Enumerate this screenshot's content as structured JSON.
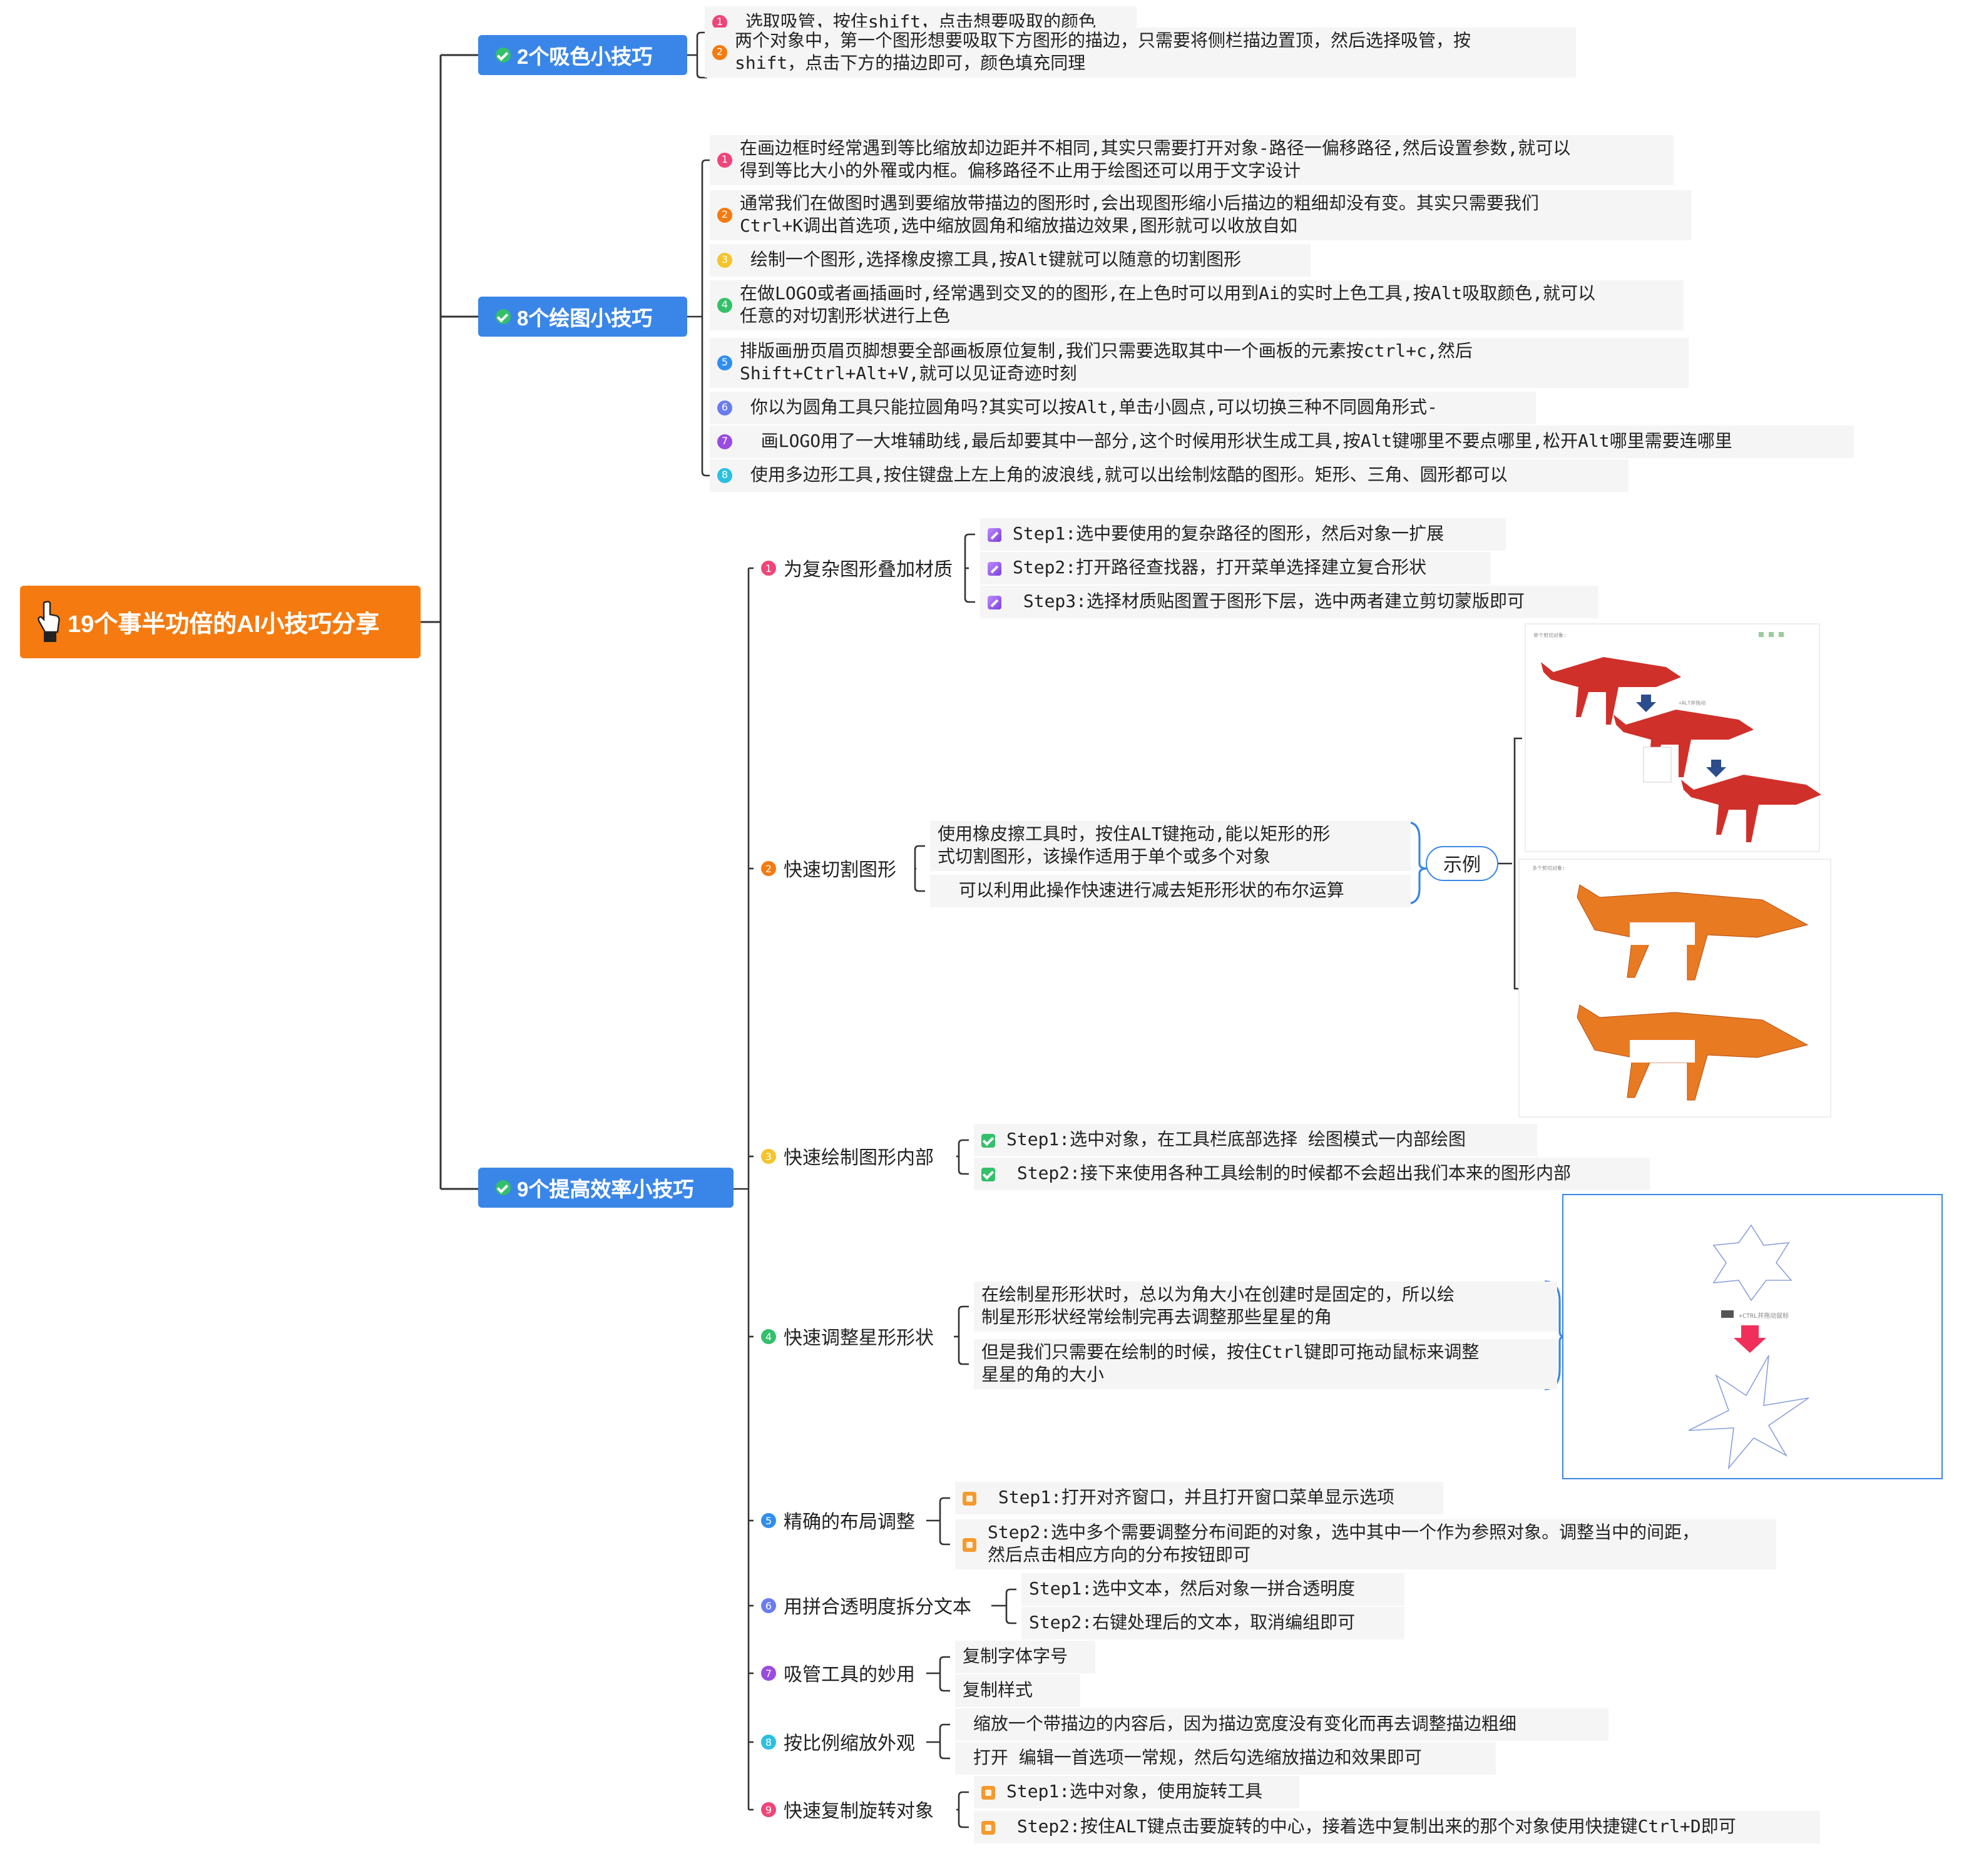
{
  "root": {
    "title": "19个事半功倍的AI小技巧分享",
    "icon": "hand-pointer-icon"
  },
  "colors": {
    "root": "#f57a0f",
    "branch": "#3a86e8",
    "leaf_bg": "#f5f5f5",
    "line": "#333333"
  },
  "branches": [
    {
      "title": "2个吸色小技巧",
      "items": [
        {
          "num": "1",
          "color": "#f0457a",
          "text": " 选取吸管，按住shift，点击想要吸取的颜色"
        },
        {
          "num": "2",
          "color": "#f57a0f",
          "text": "两个对象中，第一个图形想要吸取下方图形的描边，只需要将侧栏描边置顶，然后选择吸管，按\nshift，点击下方的描边即可，颜色填充同理"
        }
      ]
    },
    {
      "title": "8个绘图小技巧",
      "items": [
        {
          "num": "1",
          "color": "#f0457a",
          "text": "在画边框时经常遇到等比缩放却边距并不相同,其实只需要打开对象-路径一偏移路径,然后设置参数,就可以\n得到等比大小的外罹或内框。偏移路径不止用于绘图还可以用于文字设计"
        },
        {
          "num": "2",
          "color": "#f57a0f",
          "text": "通常我们在做图时遇到要缩放带描边的图形时,会出现图形缩小后描边的粗细却没有变。其实只需要我们\nCtrl+K调出首选项,选中缩放圆角和缩放描边效果,图形就可以收放自如"
        },
        {
          "num": "3",
          "color": "#f5c42c",
          "text": " 绘制一个图形,选择橡皮擦工具,按Alt键就可以随意的切割图形"
        },
        {
          "num": "4",
          "color": "#34c06a",
          "text": "在做LOGO或者画插画时,经常遇到交叉的的图形,在上色时可以用到Ai的实时上色工具,按Alt吸取颜色,就可以\n任意的对切割形状进行上色"
        },
        {
          "num": "5",
          "color": "#2f8ef0",
          "text": "排版画册页眉页脚想要全部画板原位复制,我们只需要选取其中一个画板的元素按ctrl+c,然后\nShift+Ctrl+Alt+V,就可以见证奇迹时刻"
        },
        {
          "num": "6",
          "color": "#6a7cf0",
          "text": " 你以为圆角工具只能拉圆角吗?其实可以按Alt,单击小圆点,可以切换三种不同圆角形式-"
        },
        {
          "num": "7",
          "color": "#9a4be0",
          "text": "  画LOGO用了一大堆辅助线,最后却要其中一部分,这个时候用形状生成工具,按Alt键哪里不要点哪里,松开Alt哪里需要连哪里"
        },
        {
          "num": "8",
          "color": "#2cc0e0",
          "text": " 使用多边形工具,按住键盘上左上角的波浪线,就可以出绘制炫酷的图形。矩形、三角、圆形都可以"
        }
      ]
    },
    {
      "title": "9个提高效率小技巧",
      "subs": [
        {
          "num": "1",
          "color": "#f0457a",
          "title": "为复杂图形叠加材质",
          "icon": "pp",
          "steps": [
            "Step1:选中要使用的复杂路径的图形，然后对象一扩展",
            "Step2:打开路径查找器，打开菜单选择建立复合形状",
            " Step3:选择材质贴图置于图形下层，选中两者建立剪切蒙版即可"
          ]
        },
        {
          "num": "2",
          "color": "#f57a0f",
          "title": "快速切割图形",
          "icon": "none",
          "steps": [
            "使用橡皮擦工具时，按住ALT键拖动,能以矩形的形\n式切割图形，该操作适用于单个或多个对象",
            "  可以利用此操作快速进行减去矩形形状的布尔运算"
          ],
          "example": "示例"
        },
        {
          "num": "3",
          "color": "#f5c42c",
          "title": "快速绘制图形内部",
          "icon": "ck",
          "steps": [
            "Step1:选中对象，在工具栏底部选择 绘图模式一内部绘图",
            " Step2:接下来使用各种工具绘制的时候都不会超出我们本来的图形内部"
          ]
        },
        {
          "num": "4",
          "color": "#34c06a",
          "title": "快速调整星形形状",
          "icon": "none",
          "steps": [
            "在绘制星形形状时，总以为角大小在创建时是固定的，所以绘\n制星形形状经常绘制完再去调整那些星星的角",
            "但是我们只需要在绘制的时候，按住Ctrl键即可拖动鼠标来调整\n星星的角的大小"
          ]
        },
        {
          "num": "5",
          "color": "#2f8ef0",
          "title": "精确的布局调整",
          "icon": "or",
          "steps": [
            " Step1:打开对齐窗口，并且打开窗口菜单显示选项",
            "Step2:选中多个需要调整分布间距的对象，选中其中一个作为参照对象。调整当中的间距，\n然后点击相应方向的分布按钮即可"
          ]
        },
        {
          "num": "6",
          "color": "#6a7cf0",
          "title": "用拼合透明度拆分文本",
          "icon": "none",
          "steps": [
            "Step1:选中文本，然后对象一拼合透明度",
            "Step2:右键处理后的文本，取消编组即可"
          ]
        },
        {
          "num": "7",
          "color": "#9a4be0",
          "title": "吸管工具的妙用",
          "icon": "none",
          "steps": [
            "复制字体字号",
            "复制样式"
          ]
        },
        {
          "num": "8",
          "color": "#2cc0e0",
          "title": "按比例缩放外观",
          "icon": "none",
          "steps": [
            " 缩放一个带描边的内容后，因为描边宽度没有变化而再去调整描边粗细",
            " 打开 编辑一首选项一常规，然后勾选缩放描边和效果即可"
          ]
        },
        {
          "num": "9",
          "color": "#f0457a",
          "title": "快速复制旋转对象",
          "icon": "or",
          "steps": [
            "Step1:选中对象，使用旋转工具",
            " Step2:按住ALT键点击要旋转的中心，接着选中复制出来的那个对象使用快捷键Ctrl+D即可"
          ]
        }
      ]
    }
  ],
  "figures": {
    "single_label": "单个剪切对象:",
    "multi_label": "多个剪切对象:",
    "alt_hint": "+ALT并拖动",
    "ctrl_hint": "+CTRL并拖动鼠标"
  }
}
